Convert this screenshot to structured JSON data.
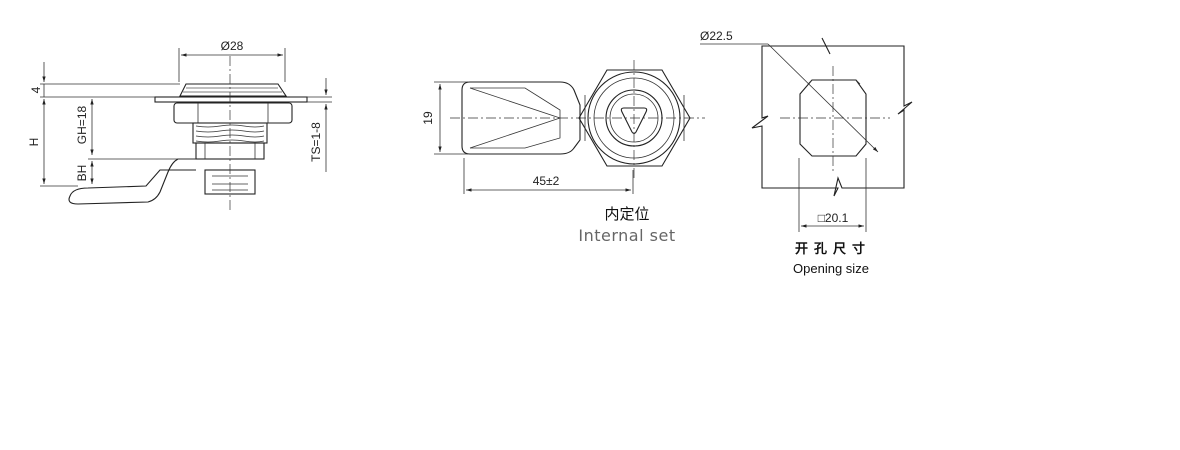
{
  "side_view": {
    "dim_diameter": "Ø28",
    "dim_flange": "4",
    "dim_height": "H",
    "dim_gh": "GH=18",
    "dim_bh": "BH",
    "dim_ts": "TS=1-8"
  },
  "front_view": {
    "dim_width": "19",
    "dim_length": "45±2",
    "caption_cn": "内定位",
    "caption_en": "Internal set"
  },
  "cutout_view": {
    "dim_diameter": "Ø22.5",
    "dim_square": "□20.1",
    "caption_cn": "开孔尺寸",
    "caption_en": "Opening size"
  }
}
